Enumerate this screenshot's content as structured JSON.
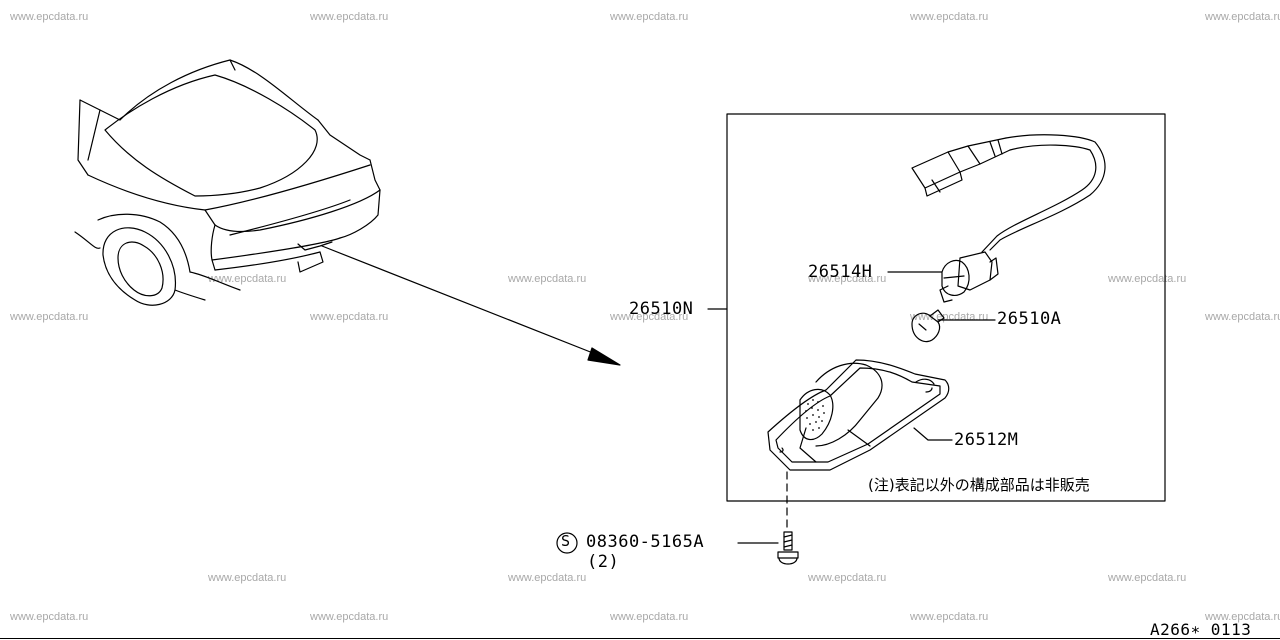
{
  "watermark": "www.epcdata.ru",
  "parts": {
    "assembly": "26510N",
    "socket": "26514H",
    "bulb": "26510A",
    "lens_housing": "26512M",
    "screw": "08360-5165A",
    "screw_qty": "(2)",
    "screw_symbol": "S"
  },
  "note": "(注)表記以外の構成部品は非販売",
  "diagram_code": "A266∗ 0113"
}
